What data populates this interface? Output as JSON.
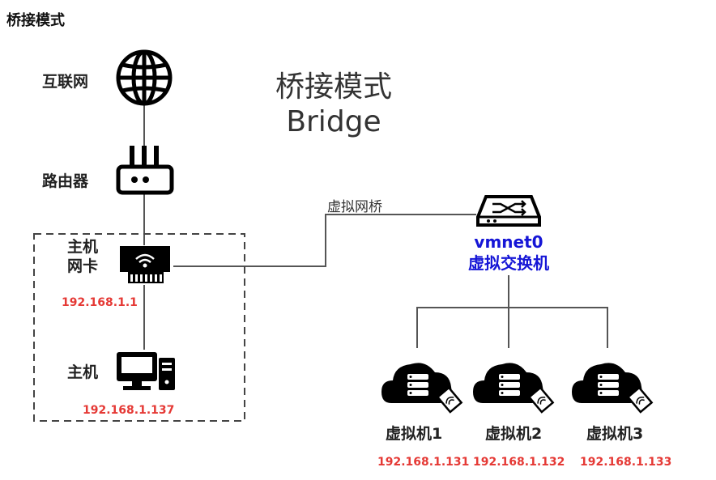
{
  "page_title": "桥接模式",
  "diagram_title": {
    "line1": "桥接模式",
    "line2": "Bridge"
  },
  "nodes": {
    "internet": {
      "label": "互联网",
      "icon": "globe-icon"
    },
    "router": {
      "label": "路由器",
      "icon": "router-icon"
    },
    "host_nic": {
      "label_line1": "主机",
      "label_line2": "网卡",
      "ip": "192.168.1.1",
      "icon": "nic-card-icon"
    },
    "host": {
      "label": "主机",
      "ip": "192.168.1.137",
      "icon": "desktop-computer-icon"
    },
    "switch": {
      "label_line1": "vmnet0",
      "label_line2": "虚拟交换机",
      "icon": "network-switch-icon"
    },
    "vms": [
      {
        "label": "虚拟机1",
        "ip": "192.168.1.131",
        "icon": "cloud-server-icon"
      },
      {
        "label": "虚拟机2",
        "ip": "192.168.1.132",
        "icon": "cloud-server-icon"
      },
      {
        "label": "虚拟机3",
        "ip": "192.168.1.133",
        "icon": "cloud-server-icon"
      }
    ]
  },
  "edges": {
    "bridge_label": "虚拟网桥"
  },
  "colors": {
    "ip_text": "#e53935",
    "switch_text": "#1515d6",
    "lines": "#555555",
    "icons": "#000000"
  }
}
